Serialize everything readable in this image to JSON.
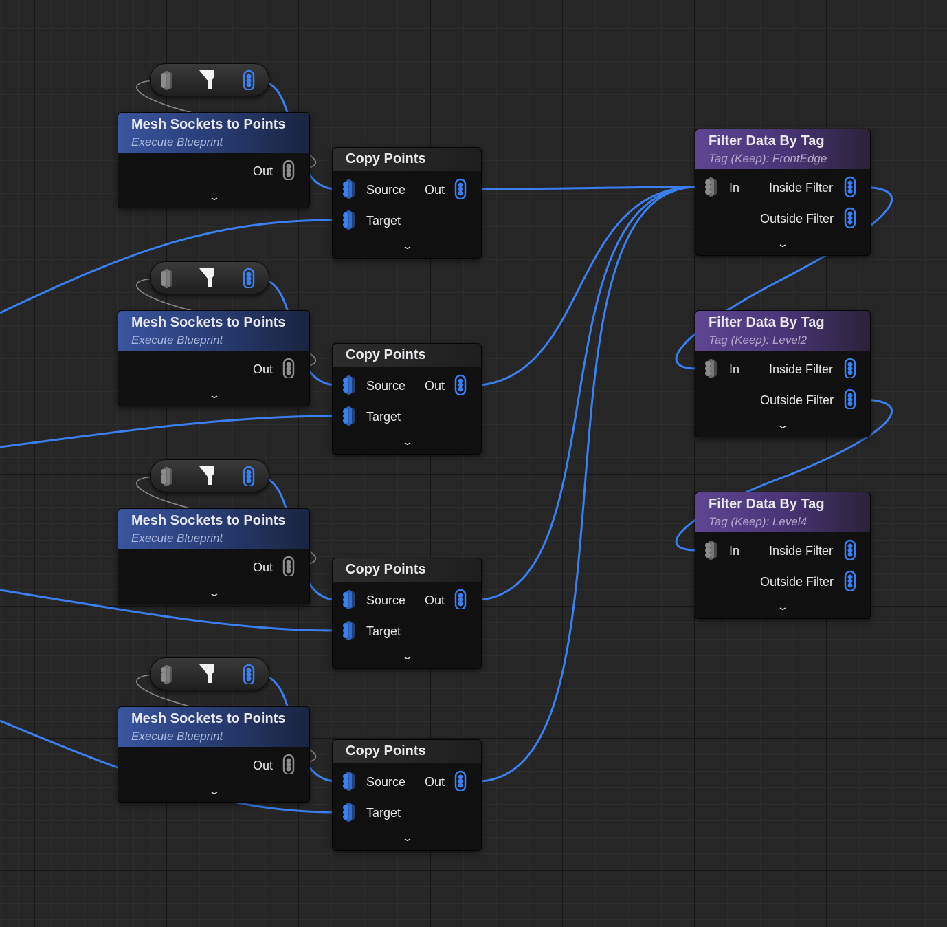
{
  "colors": {
    "wire_blue": "#3b7ff2",
    "wire_gray": "#8a8a8a",
    "pin_blue": "#3b7ff2",
    "pin_gray": "#8c8c8c"
  },
  "filter_pills": [
    {
      "icon": "filter-funnel-icon"
    },
    {
      "icon": "filter-funnel-icon"
    },
    {
      "icon": "filter-funnel-icon"
    },
    {
      "icon": "filter-funnel-icon"
    }
  ],
  "mesh_nodes": [
    {
      "title": "Mesh Sockets to Points",
      "subtitle": "Execute Blueprint",
      "out_label": "Out"
    },
    {
      "title": "Mesh Sockets to Points",
      "subtitle": "Execute Blueprint",
      "out_label": "Out"
    },
    {
      "title": "Mesh Sockets to Points",
      "subtitle": "Execute Blueprint",
      "out_label": "Out"
    },
    {
      "title": "Mesh Sockets to Points",
      "subtitle": "Execute Blueprint",
      "out_label": "Out"
    }
  ],
  "copy_nodes": [
    {
      "title": "Copy Points",
      "source_label": "Source",
      "target_label": "Target",
      "out_label": "Out"
    },
    {
      "title": "Copy Points",
      "source_label": "Source",
      "target_label": "Target",
      "out_label": "Out"
    },
    {
      "title": "Copy Points",
      "source_label": "Source",
      "target_label": "Target",
      "out_label": "Out"
    },
    {
      "title": "Copy Points",
      "source_label": "Source",
      "target_label": "Target",
      "out_label": "Out"
    }
  ],
  "filter_nodes": [
    {
      "title": "Filter Data By Tag",
      "subtitle": "Tag (Keep): FrontEdge",
      "in_label": "In",
      "inside_label": "Inside Filter",
      "outside_label": "Outside Filter"
    },
    {
      "title": "Filter Data By Tag",
      "subtitle": "Tag (Keep): Level2",
      "in_label": "In",
      "inside_label": "Inside Filter",
      "outside_label": "Outside Filter"
    },
    {
      "title": "Filter Data By Tag",
      "subtitle": "Tag (Keep): Level4",
      "in_label": "In",
      "inside_label": "Inside Filter",
      "outside_label": "Outside Filter"
    }
  ]
}
